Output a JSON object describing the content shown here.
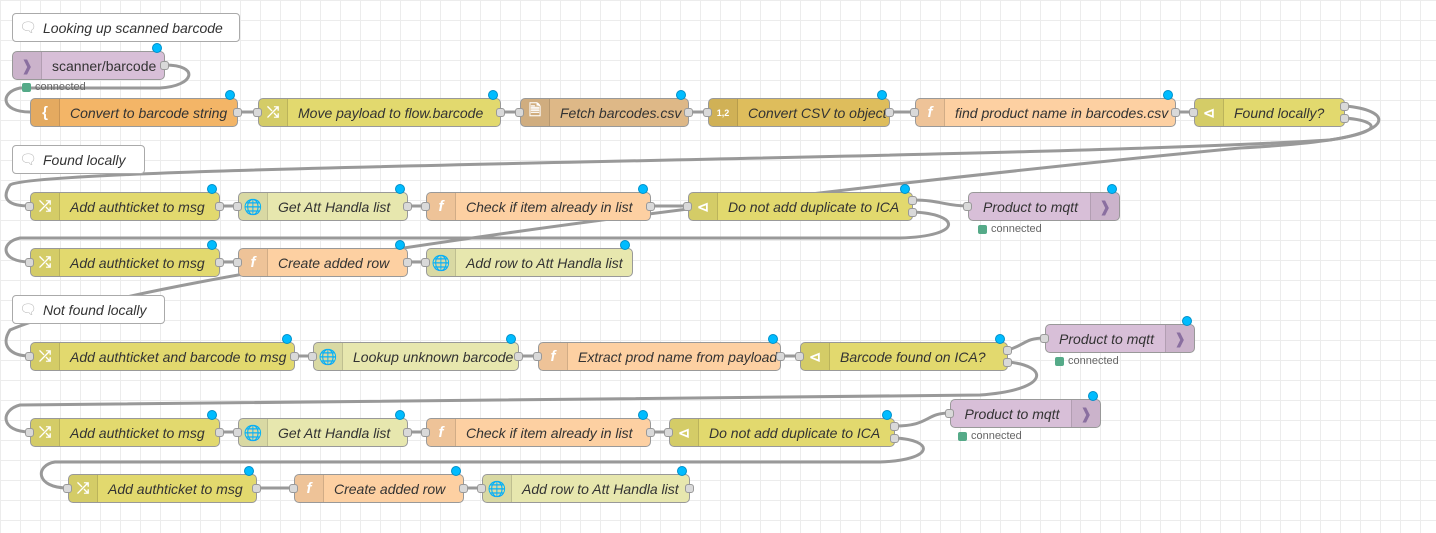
{
  "comments": [
    {
      "id": "c1",
      "label": "Looking up scanned barcode"
    },
    {
      "id": "c2",
      "label": "Found locally"
    },
    {
      "id": "c3",
      "label": "Not found locally"
    }
  ],
  "nodes": [
    {
      "id": "n_scan",
      "label": "scanner/barcode",
      "type": "mqtt-in",
      "icon": "mqtt-icon"
    },
    {
      "id": "n1",
      "label": "Convert to barcode string",
      "type": "json",
      "icon": "json-icon"
    },
    {
      "id": "n2",
      "label": "Move payload to flow.barcode",
      "type": "change",
      "icon": "shuffle-icon"
    },
    {
      "id": "n3",
      "label": "Fetch barcodes.csv",
      "type": "file",
      "icon": "file-icon"
    },
    {
      "id": "n4",
      "label": "Convert CSV to object",
      "type": "csv",
      "icon": "csv-icon"
    },
    {
      "id": "n5",
      "label": "find product name in barcodes.csv",
      "type": "function",
      "icon": "function-icon"
    },
    {
      "id": "n6",
      "label": "Found locally?",
      "type": "switch",
      "icon": "switch-icon"
    },
    {
      "id": "r2a",
      "label": "Add authticket to msg",
      "type": "change",
      "icon": "shuffle-icon"
    },
    {
      "id": "r2b",
      "label": "Get Att Handla list",
      "type": "http",
      "icon": "globe-icon"
    },
    {
      "id": "r2c",
      "label": "Check if item already in list",
      "type": "function",
      "icon": "function-icon"
    },
    {
      "id": "r2d",
      "label": "Do not add duplicate to ICA",
      "type": "switch",
      "icon": "switch-icon"
    },
    {
      "id": "r2e",
      "label": "Product to mqtt",
      "type": "mqtt-out",
      "icon": "mqtt-icon"
    },
    {
      "id": "r3a",
      "label": "Add authticket to msg",
      "type": "change",
      "icon": "shuffle-icon"
    },
    {
      "id": "r3b",
      "label": "Create added row",
      "type": "function",
      "icon": "function-icon"
    },
    {
      "id": "r3c",
      "label": "Add row to Att Handla list",
      "type": "http",
      "icon": "globe-icon"
    },
    {
      "id": "r4a",
      "label": "Add authticket and barcode to msg",
      "type": "change",
      "icon": "shuffle-icon"
    },
    {
      "id": "r4b",
      "label": "Lookup unknown barcode",
      "type": "http",
      "icon": "globe-icon"
    },
    {
      "id": "r4c",
      "label": "Extract prod name from payload",
      "type": "function",
      "icon": "function-icon"
    },
    {
      "id": "r4d",
      "label": "Barcode found on ICA?",
      "type": "switch",
      "icon": "switch-icon"
    },
    {
      "id": "r4e",
      "label": "Product to mqtt",
      "type": "mqtt-out",
      "icon": "mqtt-icon"
    },
    {
      "id": "r5a",
      "label": "Add authticket to msg",
      "type": "change",
      "icon": "shuffle-icon"
    },
    {
      "id": "r5b",
      "label": "Get Att Handla list",
      "type": "http",
      "icon": "globe-icon"
    },
    {
      "id": "r5c",
      "label": "Check if item already in list",
      "type": "function",
      "icon": "function-icon"
    },
    {
      "id": "r5d",
      "label": "Do not add duplicate to ICA",
      "type": "switch",
      "icon": "switch-icon"
    },
    {
      "id": "r5e",
      "label": "Product to mqtt",
      "type": "mqtt-out",
      "icon": "mqtt-icon"
    },
    {
      "id": "r6a",
      "label": "Add authticket to msg",
      "type": "change",
      "icon": "shuffle-icon"
    },
    {
      "id": "r6b",
      "label": "Create added row",
      "type": "function",
      "icon": "function-icon"
    },
    {
      "id": "r6c",
      "label": "Add row to Att Handla list",
      "type": "http",
      "icon": "globe-icon"
    }
  ],
  "statuses": [
    {
      "id": "s_scan",
      "text": "connected"
    },
    {
      "id": "s_r2e",
      "text": "connected"
    },
    {
      "id": "s_r4e",
      "text": "connected"
    },
    {
      "id": "s_r5e",
      "text": "connected"
    }
  ],
  "colors": {
    "mqtt": "#d8bfd8",
    "function": "#fdd0a2",
    "change": "#e2d96e",
    "http": "#e7e7ae",
    "json": "#f3b567",
    "file": "#deb887",
    "csv": "#debd5c",
    "changed-dot": "#00bcff",
    "status-ok": "#55aa88"
  }
}
